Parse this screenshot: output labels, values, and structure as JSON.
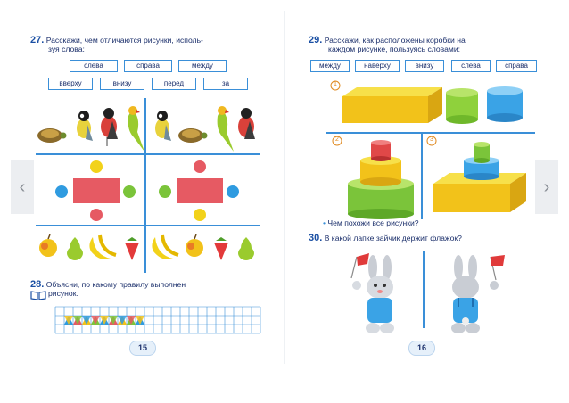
{
  "left": {
    "task27": {
      "number": "27.",
      "line1": "Расскажи, чем отличаются рисунки, исполь-",
      "line2": "зуя слова:"
    },
    "words27": [
      "слева",
      "справа",
      "между",
      "вверху",
      "внизу",
      "перед",
      "за"
    ],
    "task28": {
      "number": "28.",
      "line1": "Объясни, по какому правилу выполнен",
      "line2": "рисунок."
    },
    "page_number": "15"
  },
  "right": {
    "task29": {
      "number": "29.",
      "line1": "Расскажи, как расположены коробки на",
      "line2": "каждом рисунке, пользуясь словами:"
    },
    "words29": [
      "между",
      "наверху",
      "внизу",
      "слева",
      "справа"
    ],
    "markers": [
      "1",
      "2",
      "3"
    ],
    "question": "Чем похожи все рисунки?",
    "task30": {
      "number": "30.",
      "text": "В какой лапке зайчик держит флажок?"
    },
    "page_number": "16"
  },
  "nav": {
    "prev": "‹",
    "next": "›"
  },
  "colors": {
    "accent": "#3a8fd8",
    "title": "#1a4fa3",
    "text": "#1b2f6b"
  }
}
